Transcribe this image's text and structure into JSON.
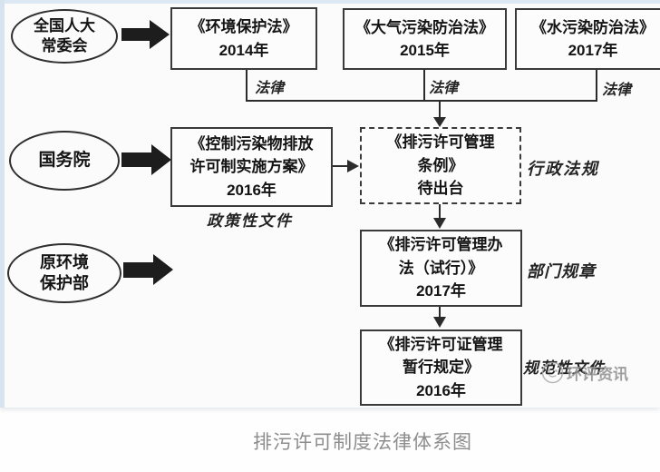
{
  "caption": "排污许可制度法律体系图",
  "ellipses": [
    {
      "lines": [
        "全国人大",
        "常委会"
      ]
    },
    {
      "lines": [
        "国务院"
      ]
    },
    {
      "lines": [
        "原环境",
        "保护部"
      ]
    }
  ],
  "law_boxes": [
    {
      "title": "《环境保护法》",
      "year": "2014年",
      "tag": "法律"
    },
    {
      "title": "《大气污染防治法》",
      "year": "2015年",
      "tag": "法律"
    },
    {
      "title": "《水污染防治法》",
      "year": "2017年",
      "tag": "法律"
    }
  ],
  "policy_box": {
    "line1": "《控制污染物排放",
    "line2": "许可制实施方案》",
    "line3": "2016年",
    "tag": "政策性文件"
  },
  "regulation_box": {
    "line1": "《排污许可管理",
    "line2": "条例》",
    "line3": "待出台",
    "tag": "行政法规"
  },
  "measures_box": {
    "line1": "《排污许可管理办",
    "line2": "法（试行）》",
    "line3": "2017年",
    "tag": "部门规章"
  },
  "provisional_box": {
    "line1": "《排污许可证管理",
    "line2": "暂行规定》",
    "line3": "2016年",
    "tag": "规范性文件"
  },
  "watermark": {
    "text": "环评资讯"
  },
  "colors": {
    "line": "#2b2b2b",
    "box_border": "#3a3a3a",
    "tag_text": "#242424",
    "watermark_text": "#8f8f8f",
    "caption_text": "#8d8d8d",
    "edge_strip": "#d7e4f0"
  }
}
